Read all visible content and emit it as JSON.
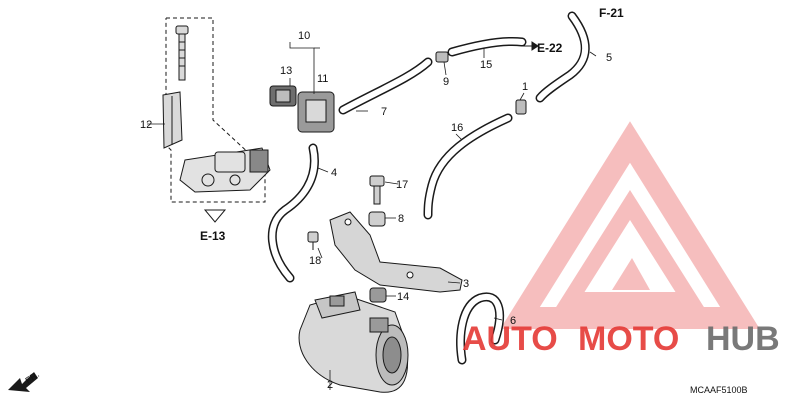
{
  "callouts": {
    "c1": "1",
    "c2": "2",
    "c3": "3",
    "c4": "4",
    "c5": "5",
    "c6": "6",
    "c7": "7",
    "c8": "8",
    "c9": "9",
    "c10": "10",
    "c11": "11",
    "c12": "12",
    "c13": "13",
    "c14": "14",
    "c15": "15",
    "c16": "16",
    "c17": "17",
    "c18": "18"
  },
  "refs": {
    "f21": "F-21",
    "e22": "E-22",
    "e13": "E-13"
  },
  "front_marker": "FR.",
  "diagram_code": "MCAAF5100B",
  "watermark": {
    "auto": "AUTO",
    "moto": "MOTO",
    "hub": "HUB"
  },
  "colors": {
    "line": "#1a1a1a",
    "part_fill": "#d9d9d9",
    "part_dark": "#555555",
    "wm_red": "#e53935",
    "wm_gray": "#6b6b6b",
    "wm_triangle": "#f3a9a9"
  }
}
